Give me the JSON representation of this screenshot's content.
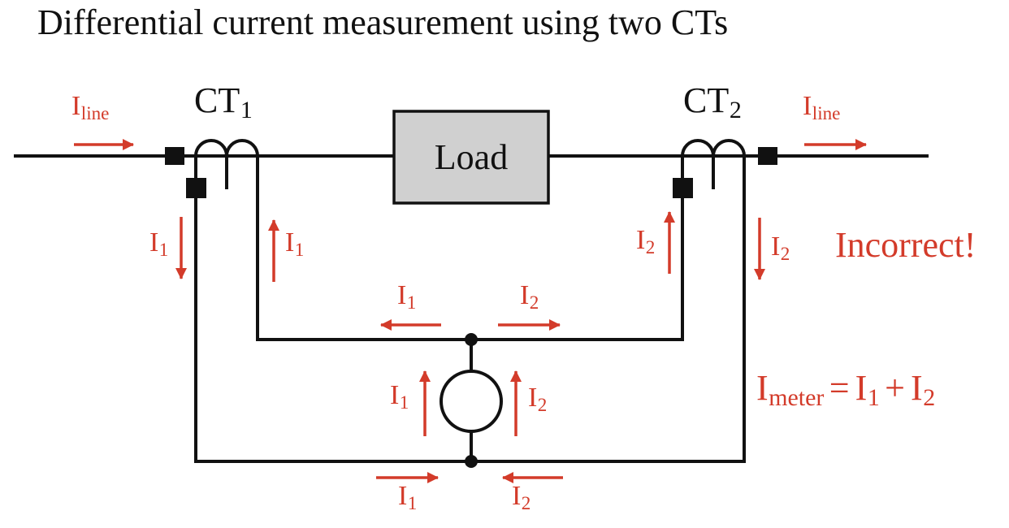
{
  "title": "Differential current measurement using two CTs",
  "colors": {
    "red": "#d33b2a",
    "black": "#111111",
    "load_fill": "#d0d0d0",
    "background": "#ffffff"
  },
  "load": {
    "label": "Load"
  },
  "ct1": {
    "base": "CT",
    "sub": "1"
  },
  "ct2": {
    "base": "CT",
    "sub": "2"
  },
  "currents": {
    "iline": {
      "base": "I",
      "sub": "line"
    },
    "i1": {
      "base": "I",
      "sub": "1"
    },
    "i2": {
      "base": "I",
      "sub": "2"
    }
  },
  "annotations": {
    "incorrect": "Incorrect!"
  },
  "equation": {
    "lhs_base": "I",
    "lhs_sub": "meter",
    "equals": "=",
    "term1_base": "I",
    "term1_sub": "1",
    "plus": "+",
    "term2_base": "I",
    "term2_sub": "2"
  }
}
